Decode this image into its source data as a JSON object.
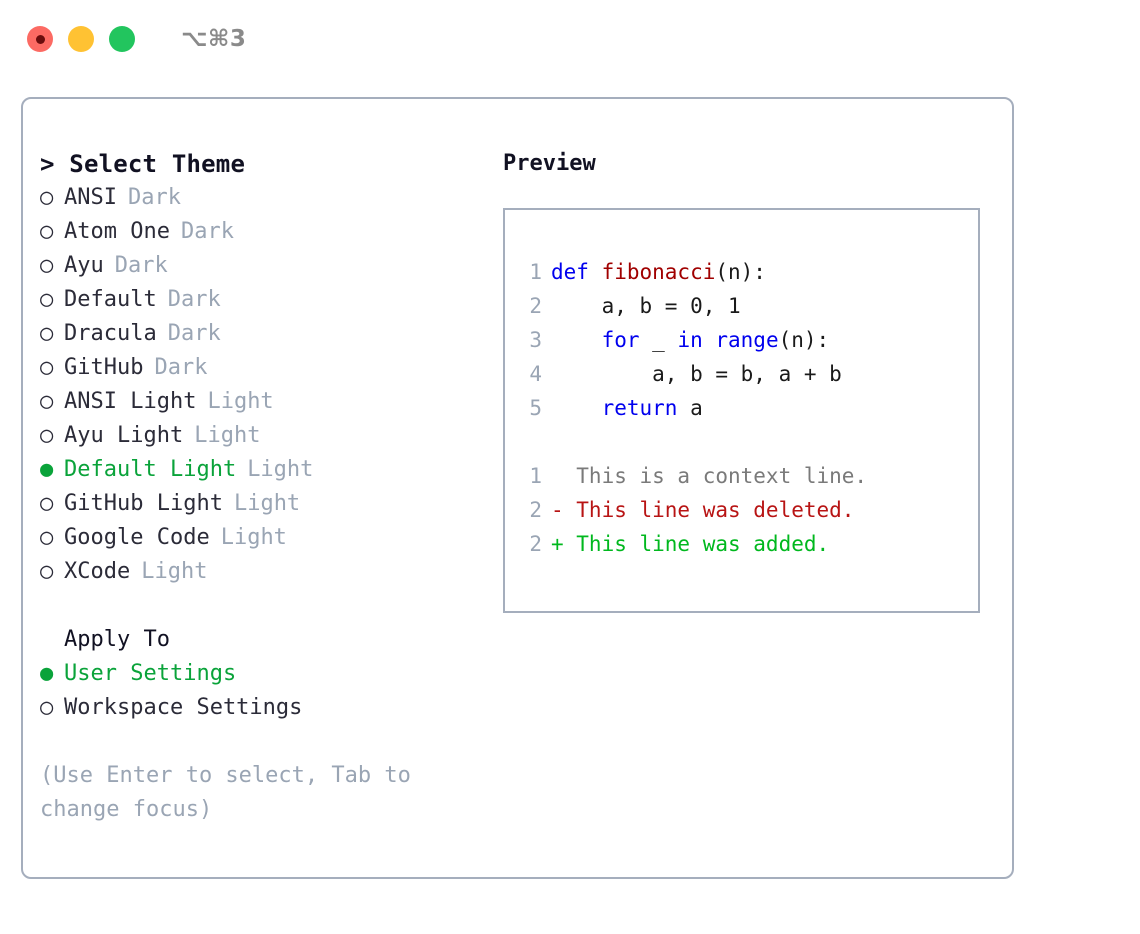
{
  "titlebar": {
    "shortcut": "⌥⌘3",
    "buttons": [
      {
        "name": "close",
        "color": "#fc6a63"
      },
      {
        "name": "minimize",
        "color": "#ffc233"
      },
      {
        "name": "maximize",
        "color": "#22c55e"
      }
    ]
  },
  "theme_picker": {
    "header": "> Select Theme",
    "options": [
      {
        "marker": "○",
        "label": "ANSI",
        "variant": "Dark",
        "selected": false
      },
      {
        "marker": "○",
        "label": "Atom One",
        "variant": "Dark",
        "selected": false
      },
      {
        "marker": "○",
        "label": "Ayu",
        "variant": "Dark",
        "selected": false
      },
      {
        "marker": "○",
        "label": "Default",
        "variant": "Dark",
        "selected": false
      },
      {
        "marker": "○",
        "label": "Dracula",
        "variant": "Dark",
        "selected": false
      },
      {
        "marker": "○",
        "label": "GitHub",
        "variant": "Dark",
        "selected": false
      },
      {
        "marker": "○",
        "label": "ANSI Light",
        "variant": "Light",
        "selected": false
      },
      {
        "marker": "○",
        "label": "Ayu Light",
        "variant": "Light",
        "selected": false
      },
      {
        "marker": "●",
        "label": "Default Light",
        "variant": "Light",
        "selected": true
      },
      {
        "marker": "○",
        "label": "GitHub Light",
        "variant": "Light",
        "selected": false
      },
      {
        "marker": "○",
        "label": "Google Code",
        "variant": "Light",
        "selected": false
      },
      {
        "marker": "○",
        "label": "XCode",
        "variant": "Light",
        "selected": false
      }
    ]
  },
  "apply_to": {
    "title": "Apply To",
    "options": [
      {
        "marker": "●",
        "label": "User Settings",
        "selected": true
      },
      {
        "marker": "○",
        "label": "Workspace Settings",
        "selected": false
      }
    ]
  },
  "hint": "(Use Enter to select, Tab to change focus)",
  "preview": {
    "title": "Preview",
    "code_lines": [
      {
        "num": "1",
        "tokens": [
          {
            "text": "def ",
            "type": "kw"
          },
          {
            "text": "fibonacci",
            "type": "fn"
          },
          {
            "text": "(n):",
            "type": "plain"
          }
        ]
      },
      {
        "num": "2",
        "tokens": [
          {
            "text": "    a, b = 0, 1",
            "type": "plain"
          }
        ]
      },
      {
        "num": "3",
        "tokens": [
          {
            "text": "    ",
            "type": "plain"
          },
          {
            "text": "for",
            "type": "kw"
          },
          {
            "text": " _ ",
            "type": "plain"
          },
          {
            "text": "in range",
            "type": "kw"
          },
          {
            "text": "(n):",
            "type": "plain"
          }
        ]
      },
      {
        "num": "4",
        "tokens": [
          {
            "text": "        a, b = b, a + b",
            "type": "plain"
          }
        ]
      },
      {
        "num": "5",
        "tokens": [
          {
            "text": "    ",
            "type": "plain"
          },
          {
            "text": "return",
            "type": "kw"
          },
          {
            "text": " a",
            "type": "plain"
          }
        ]
      }
    ],
    "diff_lines": [
      {
        "num": "1",
        "text": "  This is a context line.",
        "type": "context"
      },
      {
        "num": "2",
        "text": "- This line was deleted.",
        "type": "deleted"
      },
      {
        "num": "2",
        "text": "+ This line was added.",
        "type": "added"
      }
    ]
  },
  "colors": {
    "accent_green": "#0aa33a",
    "muted": "#9aa5b4",
    "border": "#a5aebd",
    "keyword_blue": "#0000ee",
    "function_red": "#a00000",
    "diff_added": "#00b81e",
    "diff_deleted": "#b81414"
  }
}
